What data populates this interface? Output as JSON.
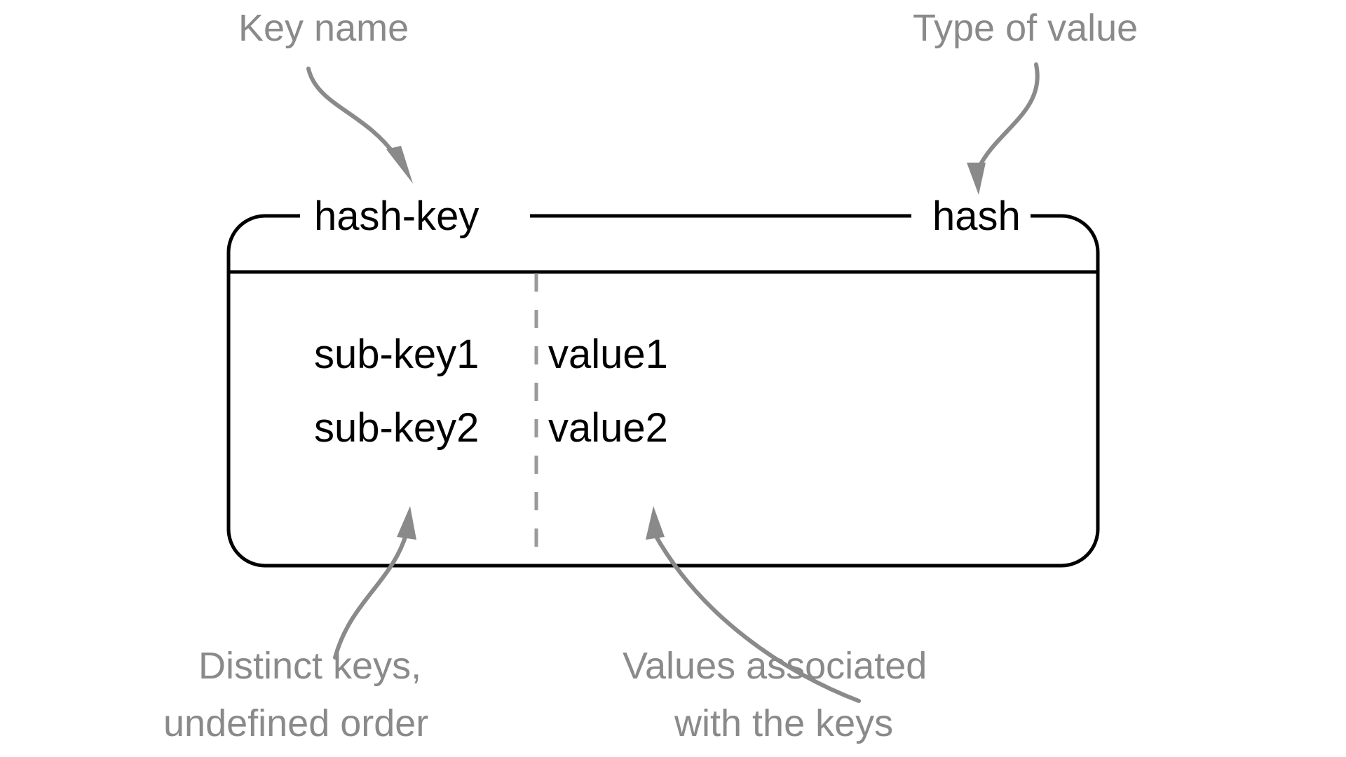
{
  "diagram": {
    "title_concept": "Redis hash key structure",
    "colors": {
      "annotation_gray": "#8a8a8a",
      "structure_black": "#000000",
      "divider_gray": "#9a9a9a",
      "background": "#ffffff"
    },
    "annotations": {
      "key_name": "Key name",
      "type_of_value": "Type of value",
      "distinct_keys_line1": "Distinct keys,",
      "distinct_keys_line2": "undefined order",
      "values_assoc_line1": "Values associated",
      "values_assoc_line2": "with the keys"
    },
    "box": {
      "key_label": "hash-key",
      "type_label": "hash",
      "rows": [
        {
          "sub_key": "sub-key1",
          "value": "value1"
        },
        {
          "sub_key": "sub-key2",
          "value": "value2"
        }
      ]
    }
  }
}
